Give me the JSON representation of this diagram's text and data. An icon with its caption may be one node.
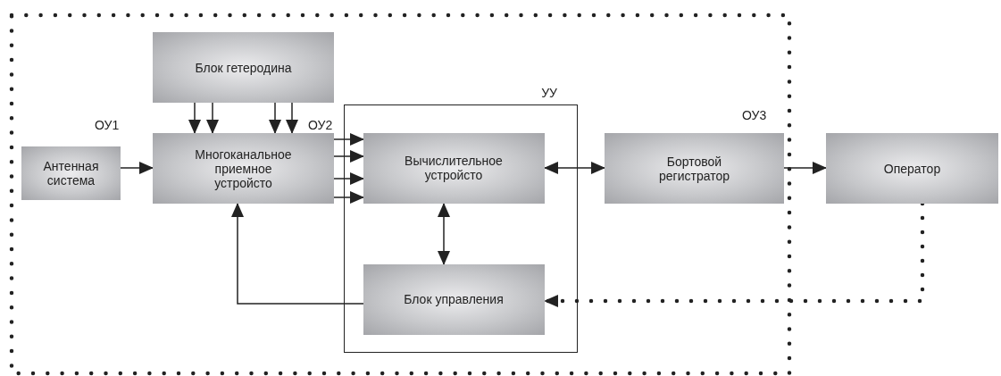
{
  "diagram": {
    "nodes": [
      {
        "text": [
          "Антенная система"
        ]
      },
      {
        "text": [
          "Блок гетеродина"
        ]
      },
      {
        "text": [
          "Многоканальное приемное устройсто"
        ]
      },
      {
        "text": [
          "УУ"
        ]
      },
      {
        "text": [
          "Вычислительное устройсто"
        ],
        "in": 3
      },
      {
        "text": [
          "Блок управления"
        ],
        "in": 3
      },
      {
        "text": [
          "Бортовой регистратор"
        ]
      },
      {
        "text": [
          "Оператор"
        ]
      }
    ],
    "edges": [
      {
        "from": 0,
        "to": 2,
        "arrow": "to"
      },
      {
        "from": 1,
        "to": 2,
        "arrow": "to"
      },
      {
        "from": 1,
        "to": 2,
        "arrow": "to"
      },
      {
        "from": 1,
        "to": 2,
        "arrow": "to"
      },
      {
        "from": 1,
        "to": 2,
        "arrow": "to"
      },
      {
        "from": 2,
        "to": 4,
        "arrow": "to"
      },
      {
        "from": 2,
        "to": 4,
        "arrow": "to"
      },
      {
        "from": 2,
        "to": 4,
        "arrow": "to"
      },
      {
        "from": 2,
        "to": 4,
        "arrow": "to"
      },
      {
        "from": 4,
        "to": 6,
        "arrow": "both"
      },
      {
        "from": 4,
        "to": 5,
        "arrow": "both"
      },
      {
        "from": 5,
        "to": 2,
        "arrow": "to"
      },
      {
        "from": 6,
        "to": 7,
        "arrow": "to"
      },
      {
        "from": 7,
        "to": 5,
        "arrow": "to",
        "style": "dashed"
      }
    ],
    "labels": [
      "ОУ1",
      "ОУ2",
      "ОУ3"
    ]
  }
}
